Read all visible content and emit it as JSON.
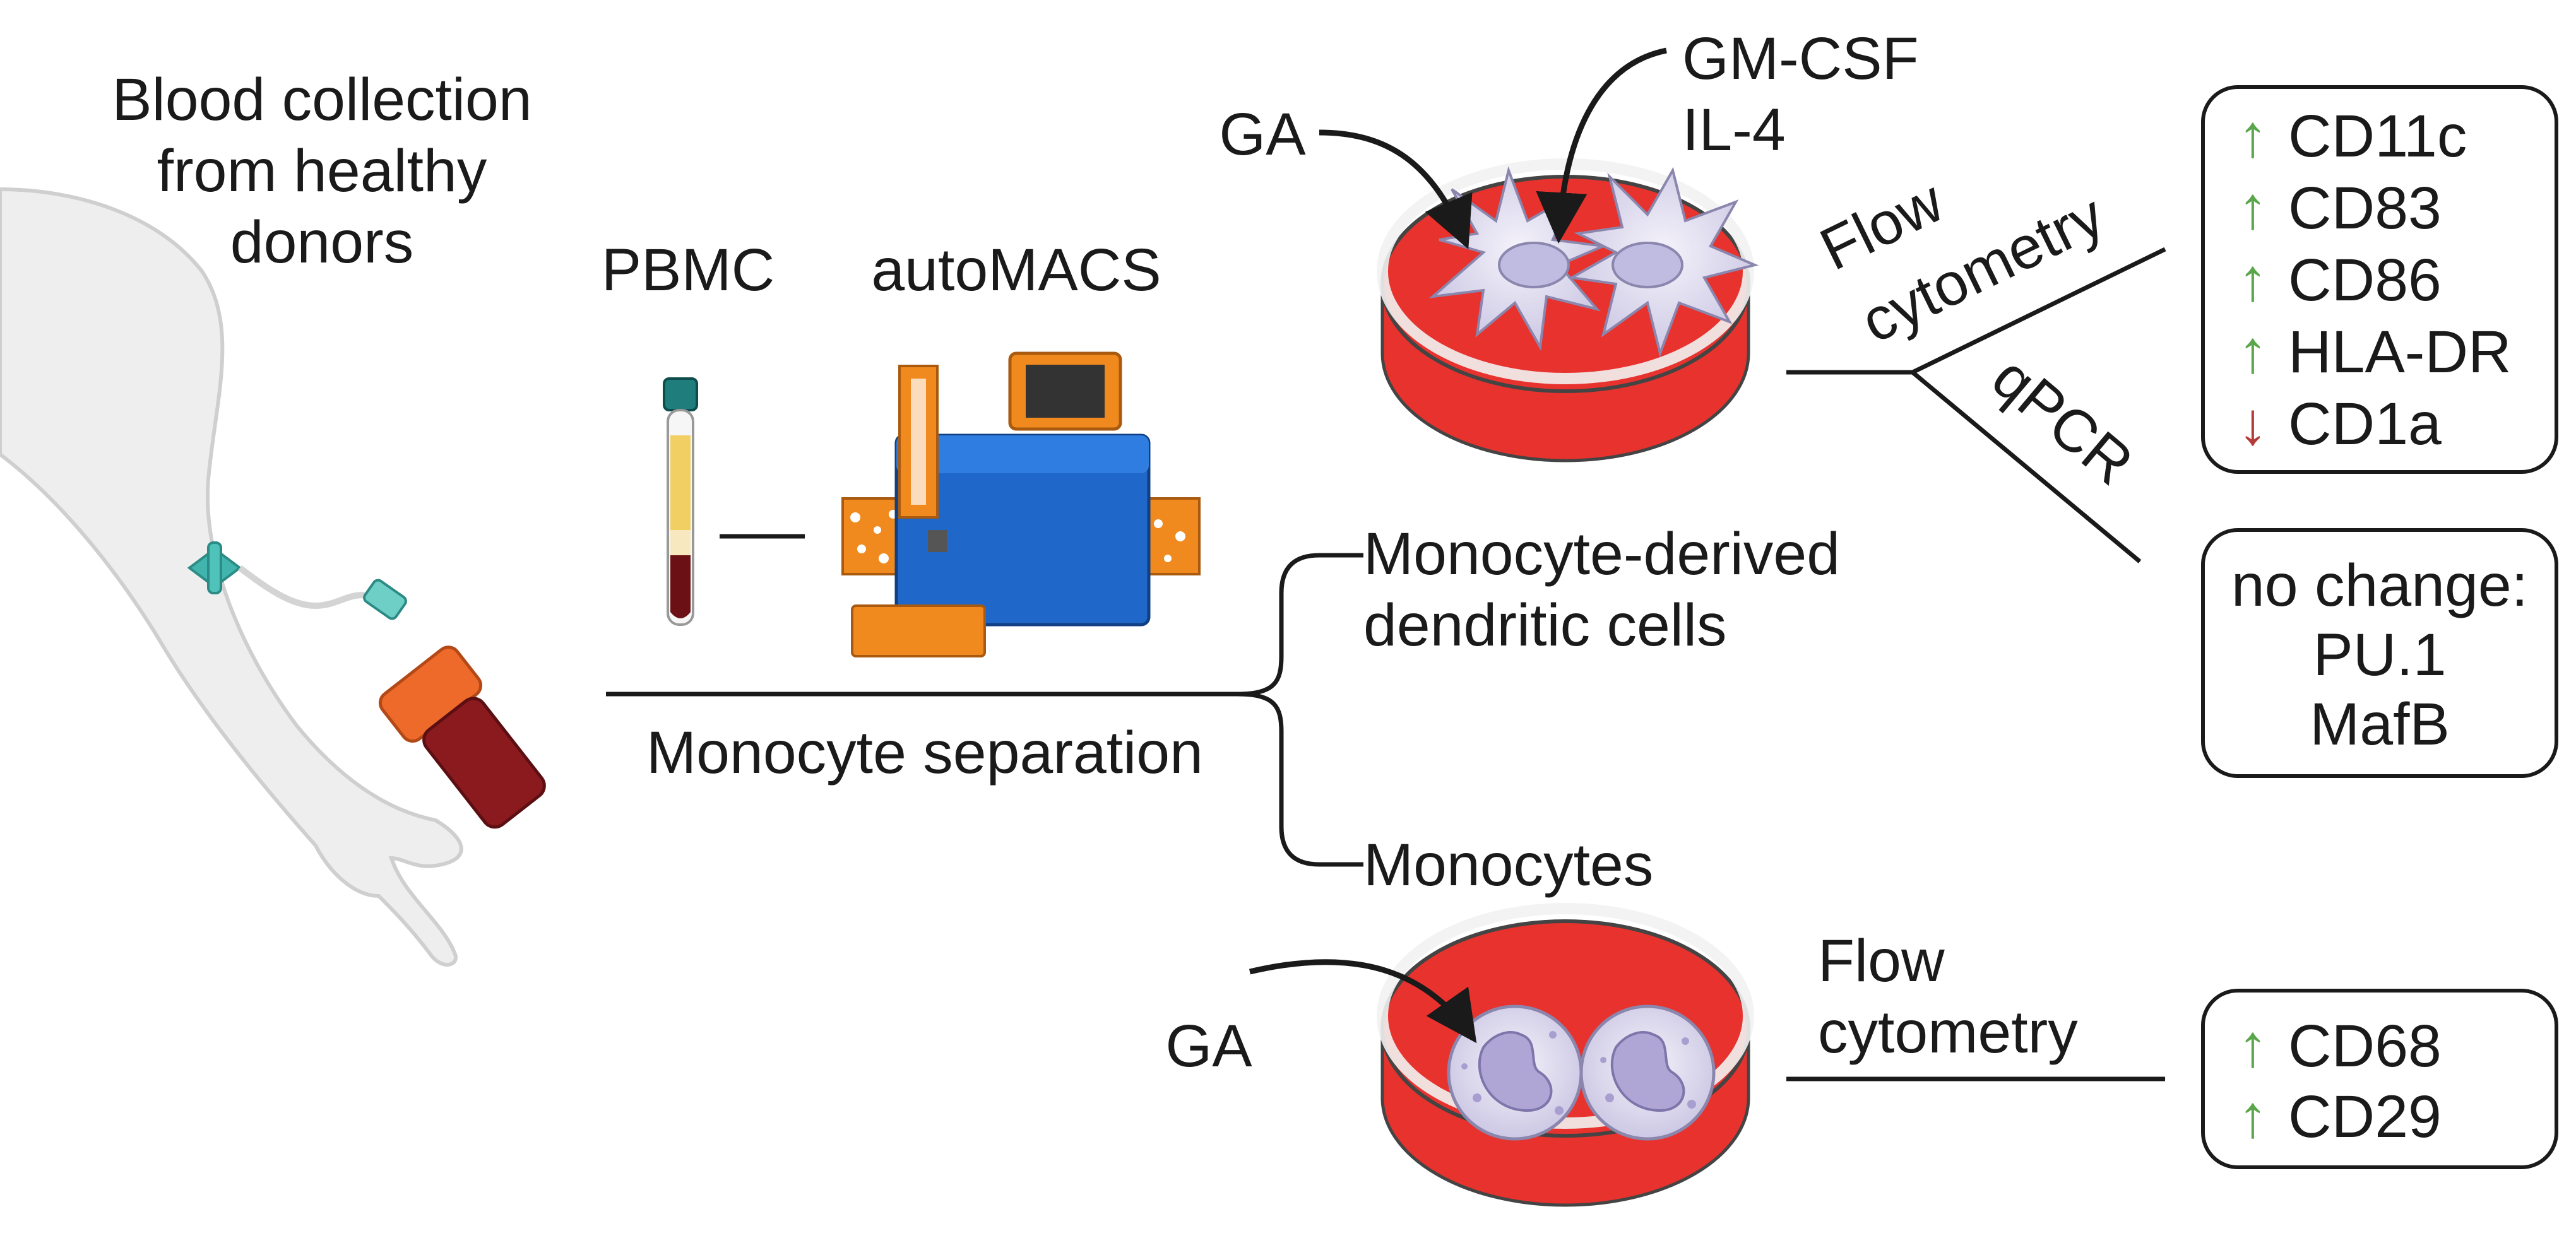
{
  "labels": {
    "blood_collection": [
      "Blood collection",
      "from healthy",
      "donors"
    ],
    "pbmc": "PBMC",
    "automacs": "autoMACS",
    "monocyte_separation": "Monocyte separation",
    "modc": [
      "Monocyte-derived",
      "dendritic cells"
    ],
    "monocytes": "Monocytes",
    "ga_top": "GA",
    "ga_bottom": "GA",
    "cytokines": [
      "GM-CSF",
      "IL-4"
    ],
    "flow_top": [
      "Flow",
      "cytometry"
    ],
    "qpcr": "qPCR",
    "flow_bottom": [
      "Flow",
      "cytometry"
    ]
  },
  "results": {
    "dc_flow": [
      {
        "arrow": "↑",
        "marker": "CD11c",
        "direction": "up"
      },
      {
        "arrow": "↑",
        "marker": "CD83",
        "direction": "up"
      },
      {
        "arrow": "↑",
        "marker": "CD86",
        "direction": "up"
      },
      {
        "arrow": "↑",
        "marker": "HLA-DR",
        "direction": "up"
      },
      {
        "arrow": "↓",
        "marker": "CD1a",
        "direction": "down"
      }
    ],
    "dc_qpcr": [
      "no change:",
      "PU.1",
      "MafB"
    ],
    "mono_flow": [
      {
        "arrow": "↑",
        "marker": "CD68",
        "direction": "up"
      },
      {
        "arrow": "↑",
        "marker": "CD29",
        "direction": "up"
      }
    ]
  },
  "colors": {
    "up": "#5aa64a",
    "down": "#b53a3a",
    "dish_red": "#e8322d",
    "dish_rim": "#f2f2f2",
    "machine_blue": "#1f67c9",
    "machine_orange": "#f08a1e",
    "line": "#1a1a1a"
  }
}
